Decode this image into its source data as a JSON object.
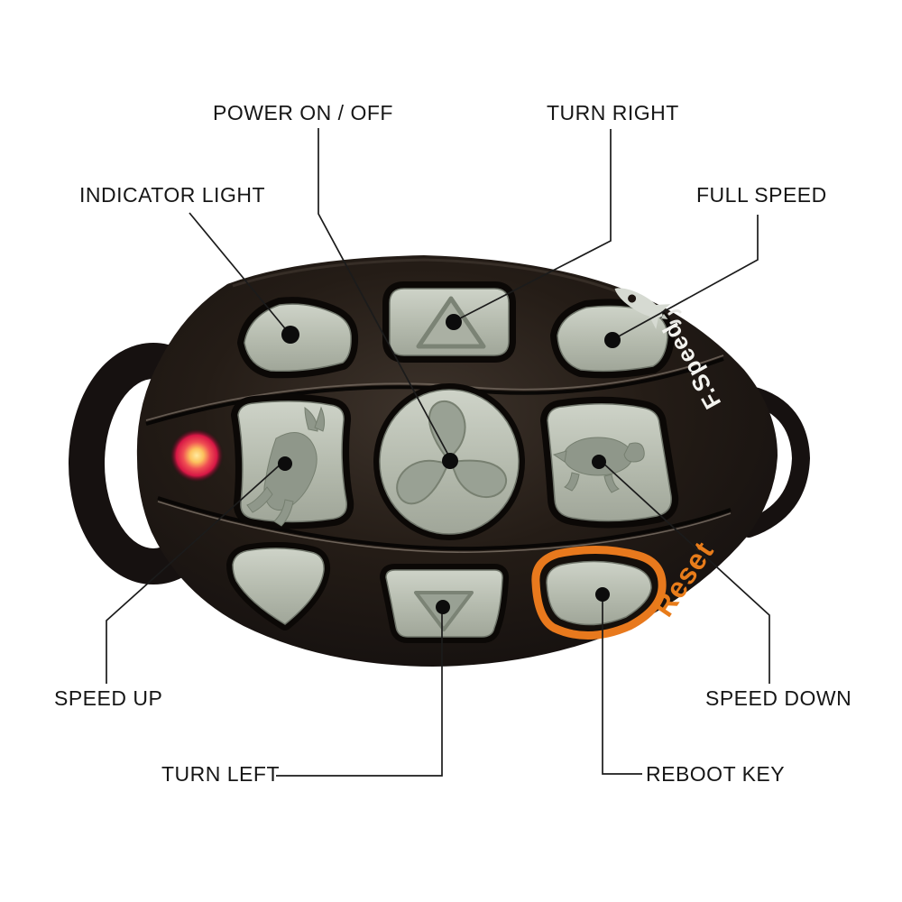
{
  "figure_title": "Remote control button functions diagram",
  "callouts": {
    "power": {
      "label": "POWER ON / OFF",
      "points_to": "middle-center fan button"
    },
    "turn_right": {
      "label": "TURN RIGHT",
      "points_to": "top-center triangle-up button"
    },
    "indicator": {
      "label": "INDICATOR LIGHT",
      "points_to": "top-left button"
    },
    "full_speed": {
      "label": "FULL SPEED",
      "points_to": "top-right button"
    },
    "speed_up": {
      "label": "SPEED UP",
      "points_to": "middle-left hare button"
    },
    "speed_down": {
      "label": "SPEED DOWN",
      "points_to": "middle-right tortoise button"
    },
    "turn_left": {
      "label": "TURN LEFT",
      "points_to": "bottom-center triangle-down button"
    },
    "reboot": {
      "label": "REBOOT KEY",
      "points_to": "bottom-right orange-ring button"
    }
  },
  "device": {
    "type": "handheld RC remote control, black body with grey rubber keys",
    "prints": {
      "f_speed": "F.Speed",
      "reset": "Reset"
    },
    "indicator_led": "red-orange glowing LED on left side",
    "buttons": [
      {
        "position": "top-left",
        "icon": "plain",
        "function": "INDICATOR LIGHT"
      },
      {
        "position": "top-center",
        "icon": "triangle-up",
        "function": "TURN RIGHT"
      },
      {
        "position": "top-right",
        "icon": "plain",
        "function": "FULL SPEED",
        "nearby_print": "rocket glyph"
      },
      {
        "position": "middle-left",
        "icon": "hare",
        "function": "SPEED UP"
      },
      {
        "position": "middle-center",
        "icon": "fan-propeller",
        "function": "POWER ON / OFF"
      },
      {
        "position": "middle-right",
        "icon": "tortoise",
        "function": "SPEED DOWN"
      },
      {
        "position": "bottom-left",
        "icon": "plain",
        "function": ""
      },
      {
        "position": "bottom-center",
        "icon": "triangle-down",
        "function": "TURN LEFT"
      },
      {
        "position": "bottom-right",
        "icon": "plain",
        "function": "REBOOT KEY",
        "ring": "orange"
      }
    ],
    "colors": {
      "body": "#1c1511",
      "button": "#b9bfb2",
      "accent_orange": "#e8791d",
      "led_red": "#ee2a52",
      "print_white": "#f3f3ef",
      "callout_line": "#1b1b1b",
      "label_text": "#161616"
    }
  }
}
